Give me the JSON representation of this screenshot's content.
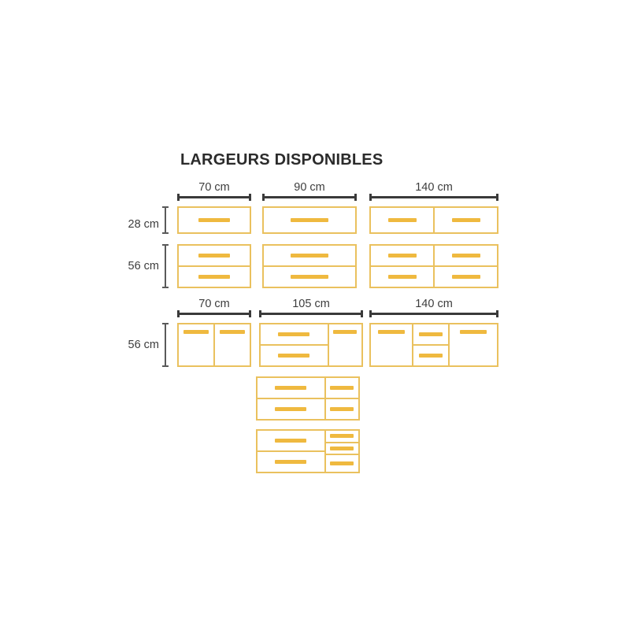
{
  "page": {
    "title": "LARGEURS DISPONIBLES",
    "background": "#ffffff",
    "colors": {
      "frame": "#EAC15E",
      "handle": "#EFB93F",
      "dimension_line": "#3a3a3a",
      "text": "#3d3d3d",
      "title_text": "#2b2b2b"
    }
  },
  "diagram": {
    "type": "technical-dimension-diagram",
    "subject": "furniture-cabinet-width-options",
    "unit_of_measure": "cm",
    "width_options": [
      "70 cm",
      "90 cm",
      "105 cm",
      "140 cm"
    ],
    "height_options": [
      "28 cm",
      "56 cm"
    ]
  },
  "groups": [
    {
      "id": "group-top",
      "height_labels": [
        "28 cm",
        "56 cm"
      ],
      "width_labels": [
        "70 cm",
        "90 cm",
        "140 cm"
      ]
    },
    {
      "id": "group-bottom",
      "height_labels": [
        "56 cm"
      ],
      "width_labels": [
        "70 cm",
        "105 cm",
        "140 cm"
      ]
    }
  ],
  "width_labels": {
    "row1_a": "70 cm",
    "row1_b": "90 cm",
    "row1_c": "140 cm",
    "row2_a": "70 cm",
    "row2_b": "105 cm",
    "row2_c": "140 cm"
  },
  "height_labels": {
    "h28": "28 cm",
    "h56_top": "56 cm",
    "h56_bottom": "56 cm"
  },
  "units": [
    {
      "id": "u-70-28",
      "width_label": "70 cm",
      "height_label": "28 cm",
      "columns": 1,
      "drawers": 1,
      "description": "single drawer"
    },
    {
      "id": "u-90-28",
      "width_label": "90 cm",
      "height_label": "28 cm",
      "columns": 1,
      "drawers": 1,
      "description": "single drawer"
    },
    {
      "id": "u-140-28",
      "width_label": "140 cm",
      "height_label": "28 cm",
      "columns": 2,
      "drawers": 2,
      "description": "two side-by-side drawers"
    },
    {
      "id": "u-70-56",
      "width_label": "70 cm",
      "height_label": "56 cm",
      "columns": 1,
      "drawers": 2,
      "description": "two stacked drawers"
    },
    {
      "id": "u-90-56",
      "width_label": "90 cm",
      "height_label": "56 cm",
      "columns": 1,
      "drawers": 2,
      "description": "two stacked drawers"
    },
    {
      "id": "u-140-56",
      "width_label": "140 cm",
      "height_label": "56 cm",
      "columns": 2,
      "drawers": 4,
      "description": "two by two grid of drawers"
    },
    {
      "id": "u-70-56-doors",
      "width_label": "70 cm",
      "height_label": "56 cm",
      "columns": 2,
      "drawers": 0,
      "doors": 2,
      "description": "two doors"
    },
    {
      "id": "u-105-56-a",
      "width_label": "105 cm",
      "height_label": "56 cm",
      "columns": 2,
      "drawers": 2,
      "doors": 1,
      "description": "two stacked drawers plus one tall door"
    },
    {
      "id": "u-140-56-doors",
      "width_label": "140 cm",
      "height_label": "56 cm",
      "columns": 3,
      "drawers": 2,
      "doors": 2,
      "description": "door, two stacked drawers, door"
    },
    {
      "id": "u-105-56-b",
      "width_label": "105 cm",
      "height_label": "56 cm",
      "columns": 2,
      "drawers": 4,
      "description": "two wide drawers plus two narrow drawers"
    },
    {
      "id": "u-105-56-c",
      "width_label": "105 cm",
      "height_label": "56 cm",
      "columns": 2,
      "drawers": 5,
      "description": "two wide drawers plus three narrow drawers"
    }
  ]
}
